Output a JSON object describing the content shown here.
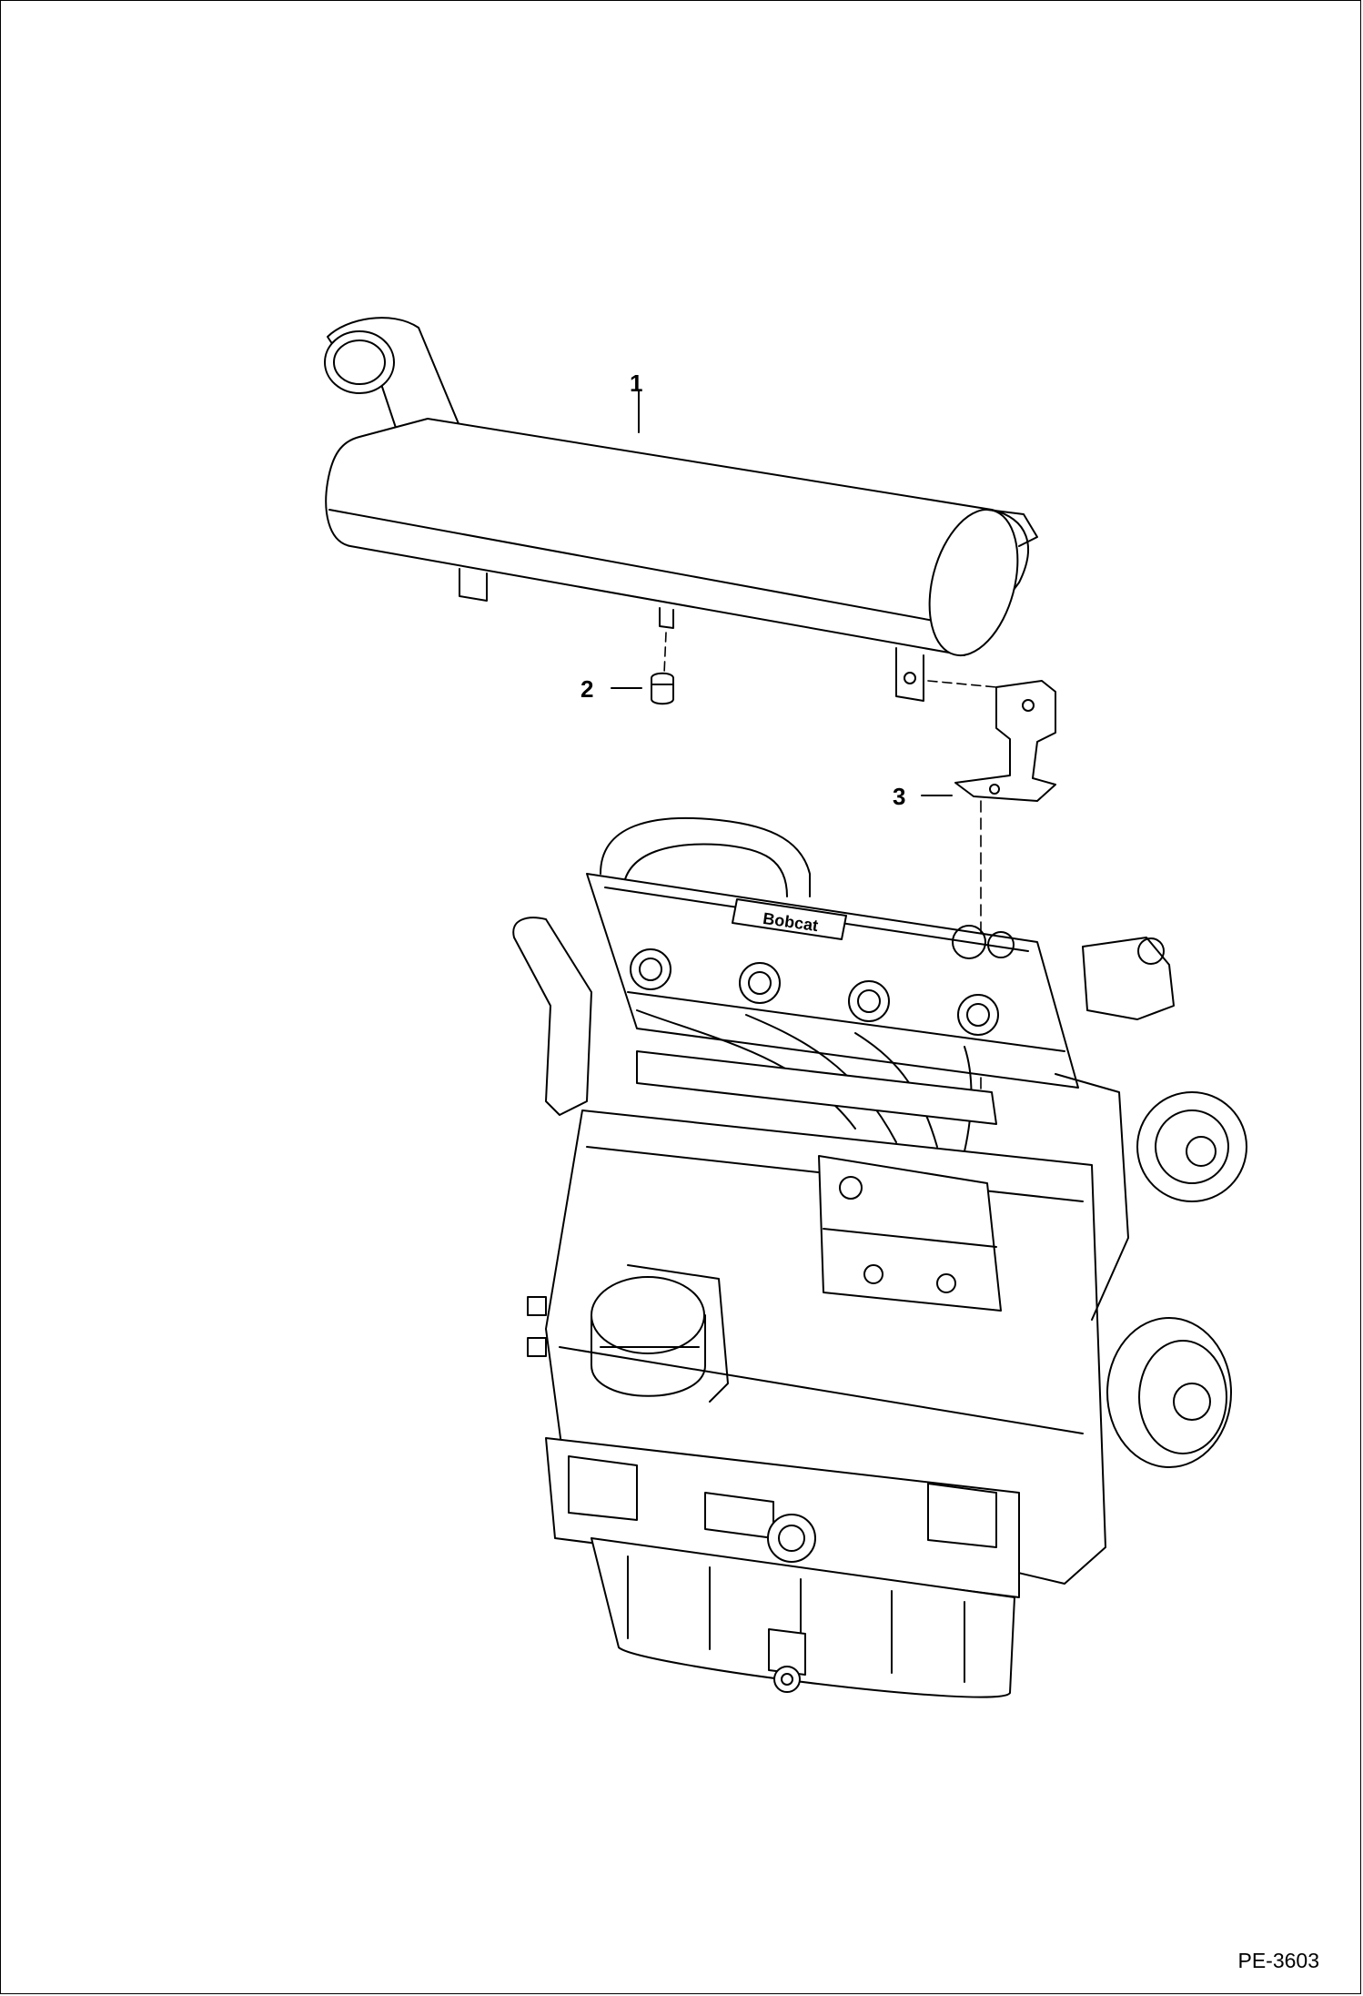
{
  "figure": {
    "id": "PE-3603",
    "logo_text": "Bobcat"
  },
  "callouts": [
    {
      "number": "1",
      "part": "muffler"
    },
    {
      "number": "2",
      "part": "drain-plug"
    },
    {
      "number": "3",
      "part": "mounting-bracket"
    }
  ],
  "colors": {
    "line": "#000000",
    "background": "#ffffff"
  }
}
